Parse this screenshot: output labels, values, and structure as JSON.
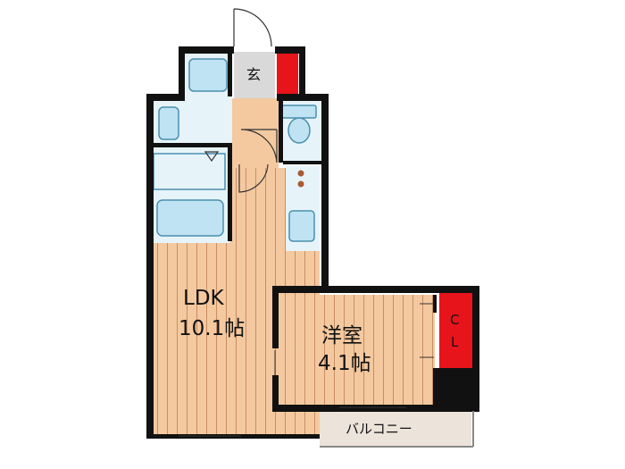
{
  "rooms": {
    "ldk": {
      "name": "LDK",
      "size": "10.1帖"
    },
    "western": {
      "name": "洋室",
      "size": "4.1帖"
    },
    "entrance": {
      "name": "玄"
    },
    "closet": {
      "name": "CL"
    },
    "balcony": {
      "name": "バルコニー"
    }
  },
  "colors": {
    "wall": "#111111",
    "floor_wood": "#f4c9a0",
    "floor_line": "#c98d63",
    "wet_area": "#e6f4fa",
    "fixture": "#bfe3f3",
    "fixture_stroke": "#4a8fae",
    "storage": "#e8141c",
    "entrance_floor": "#d9d9d9",
    "balcony_floor": "#ece3da"
  }
}
